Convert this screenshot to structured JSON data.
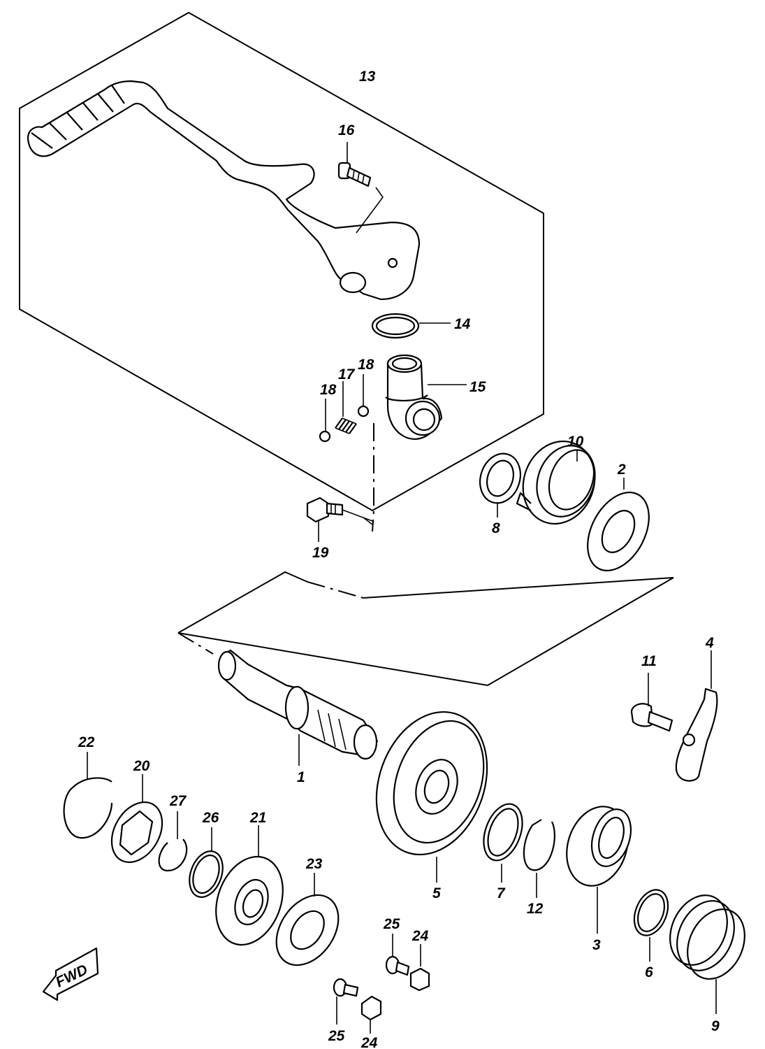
{
  "figure": {
    "callouts": {
      "c13": "13",
      "c16": "16",
      "c14": "14",
      "c15": "15",
      "c17": "17",
      "c18a": "18",
      "c18b": "18",
      "c10": "10",
      "c2": "2",
      "c8": "8",
      "c19": "19",
      "c11": "11",
      "c4": "4",
      "c1": "1",
      "c22": "22",
      "c20": "20",
      "c27": "27",
      "c26": "26",
      "c21": "21",
      "c23": "23",
      "c5": "5",
      "c7": "7",
      "c12": "12",
      "c3": "3",
      "c6": "6",
      "c9": "9",
      "c25a": "25",
      "c25b": "25",
      "c24a": "24",
      "c24b": "24"
    },
    "direction_marker": {
      "label": "FWD"
    }
  }
}
